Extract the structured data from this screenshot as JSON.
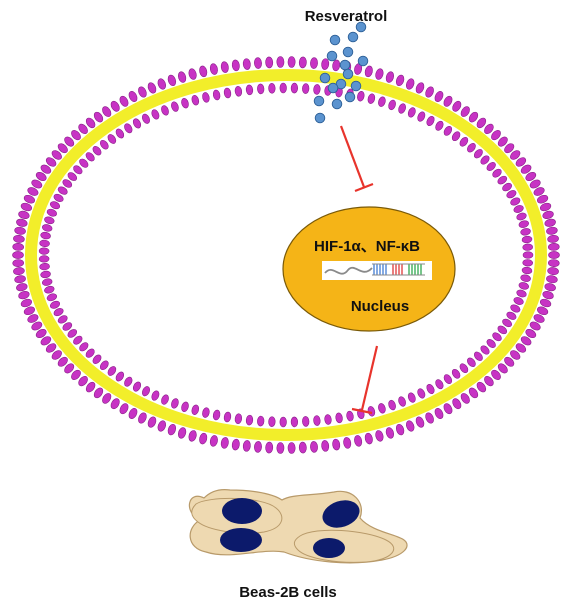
{
  "labels": {
    "drug": "Resveratrol",
    "nucleus_targets": "HIF-1α、NF-κB",
    "nucleus": "Nucleus",
    "cells": "Beas-2B cells"
  },
  "colors": {
    "lipid_head": "#c733c4",
    "lipid_head_edge": "#8a1f88",
    "lipid_tail": "#f2ee2a",
    "molecule": "#5b93cf",
    "molecule_edge": "#2d5f96",
    "inhibit_arrow": "#e8342c",
    "nucleus_fill": "#f5b417",
    "nucleus_edge": "#7a5a08",
    "cell_body": "#eed9b1",
    "cell_edge": "#b89a6a",
    "cell_nucleus": "#0c1a6b"
  },
  "icons": {
    "dna": "dna-icon",
    "inhibit": "inhibition-arrow-icon"
  }
}
